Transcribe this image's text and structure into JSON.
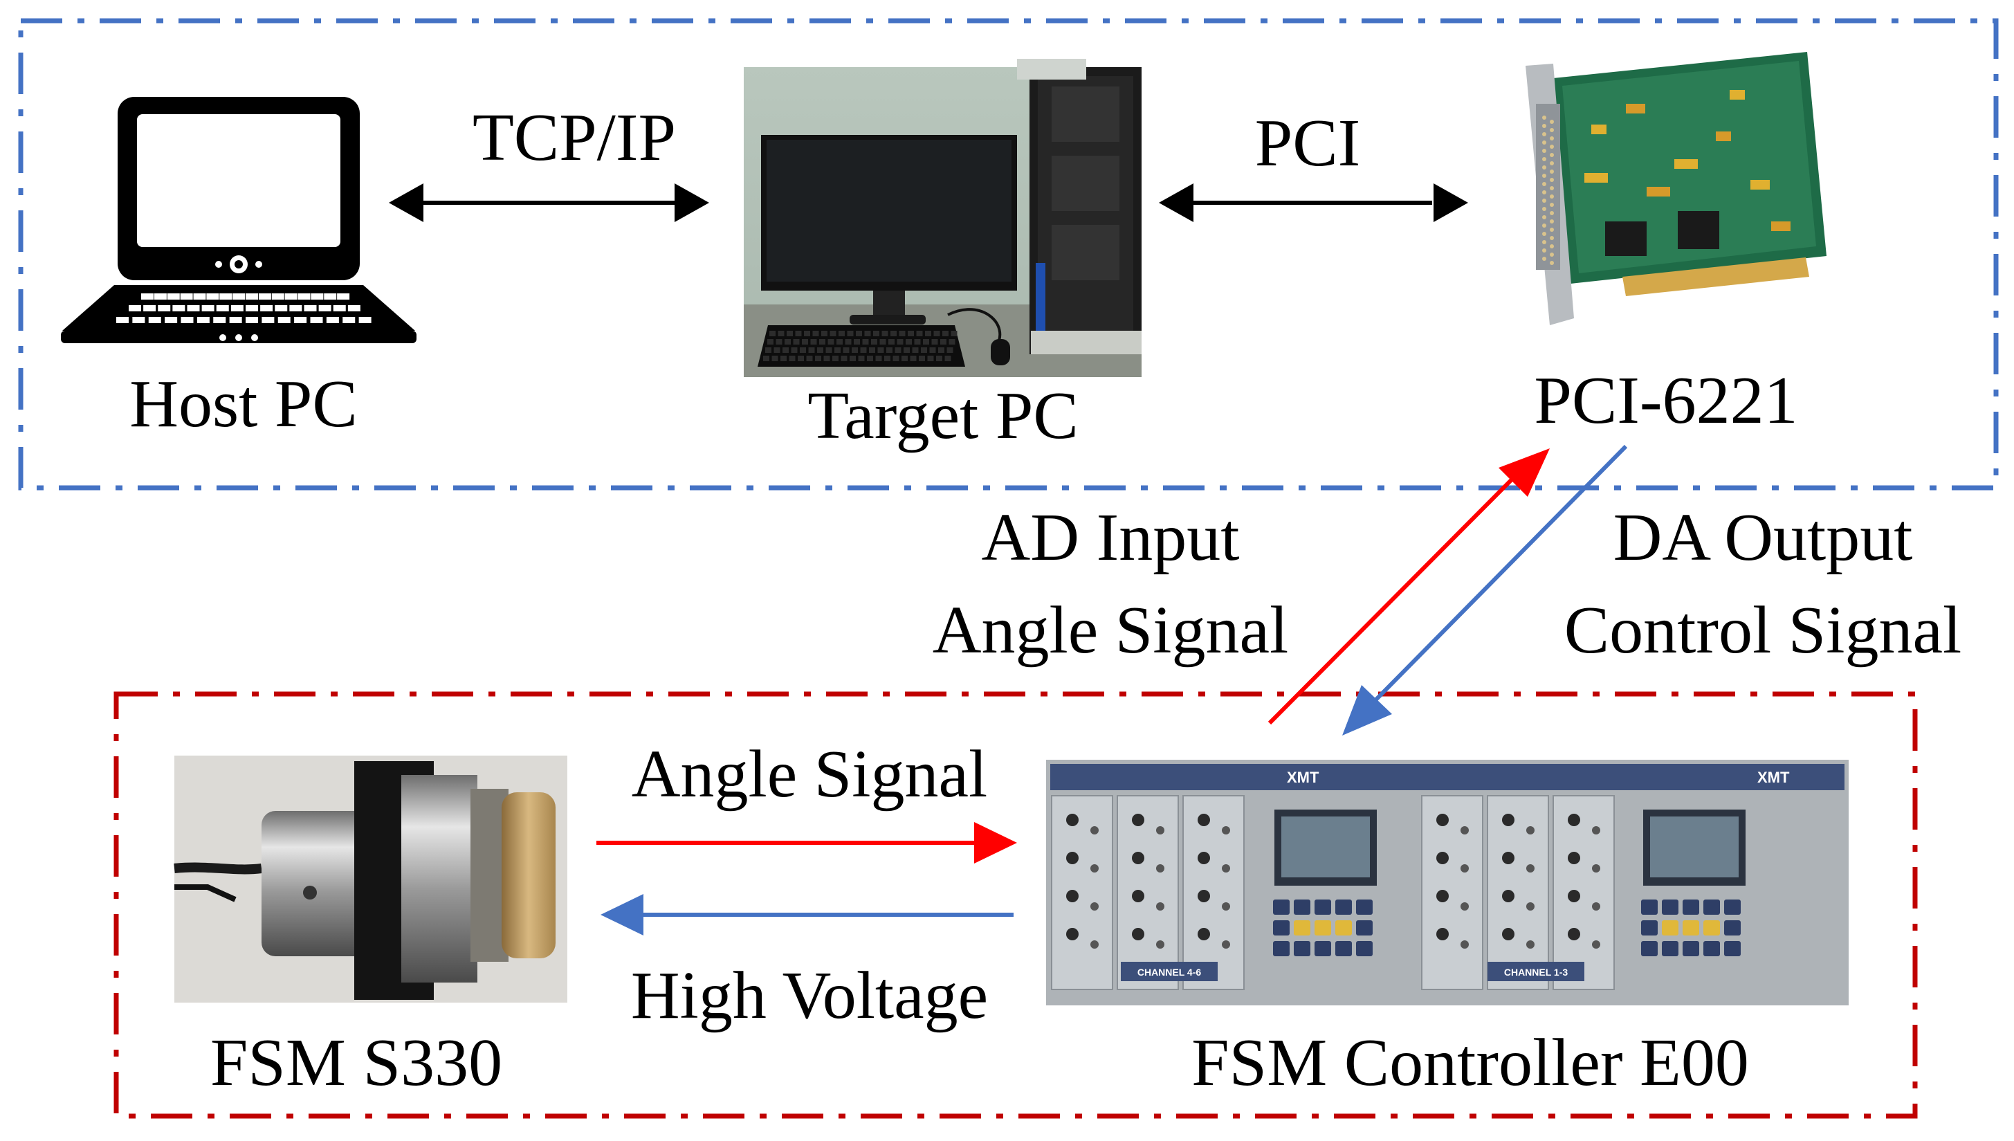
{
  "colors": {
    "top_frame": "#4472c4",
    "bottom_frame": "#c00000",
    "arrow_black": "#000000",
    "arrow_red": "#ff0000",
    "arrow_blue": "#4472c4"
  },
  "icons": {
    "host": "laptop-icon",
    "target": "desktop-pc-photo",
    "daq": "pci-card-photo",
    "fsm": "fast-steering-mirror-photo",
    "controller": "controller-rack-photo"
  },
  "top": {
    "host_label": "Host PC",
    "target_label": "Target PC",
    "daq_label": "PCI-6221",
    "link1_label": "TCP/IP",
    "link2_label": "PCI"
  },
  "middle": {
    "ad_line1": "AD Input",
    "ad_line2": "Angle Signal",
    "da_line1": "DA Output",
    "da_line2": "Control Signal"
  },
  "bottom": {
    "fsm_label": "FSM S330",
    "controller_label": "FSM Controller E00",
    "forward_label": "Angle Signal",
    "backward_label": "High Voltage",
    "controller_brand": "XMT",
    "controller_ch1": "CHANNEL 4-6",
    "controller_ch2": "CHANNEL 1-3"
  }
}
